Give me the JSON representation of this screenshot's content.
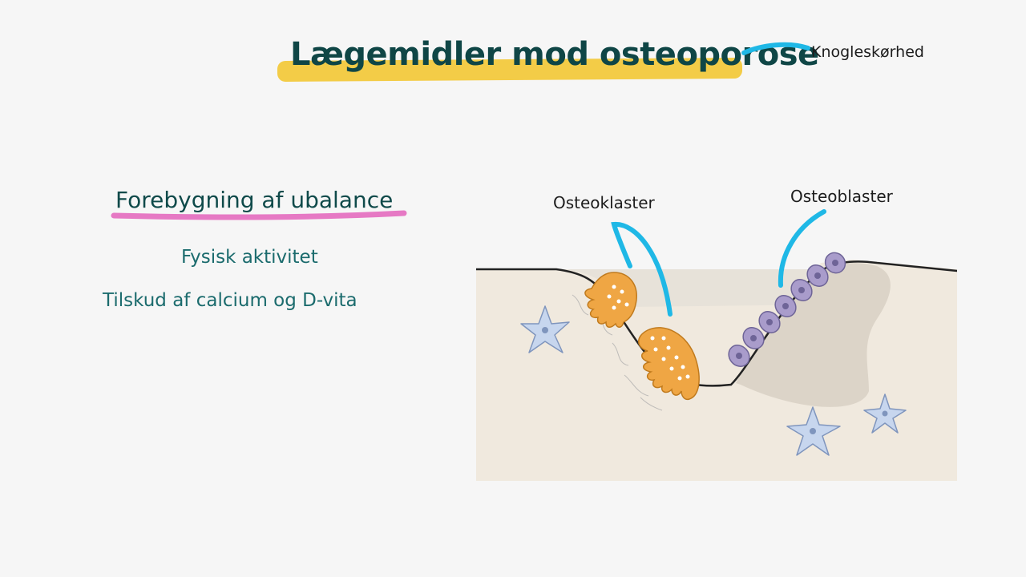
{
  "slide": {
    "title": "Lægemidler mod osteoporose",
    "title_callout": "Knogleskørhed",
    "section_heading": "Forebygning af ubalance",
    "bullets": [
      "Fysisk aktivitet",
      "Tilskud af calcium og D-vita"
    ]
  },
  "diagram": {
    "labels": {
      "osteoclasts": "Osteoklaster",
      "osteoblasts": "Osteoblaster"
    },
    "icons": [
      "osteoclast-cell-icon",
      "osteoblast-cell-icon",
      "osteocyte-cell-icon"
    ]
  },
  "colors": {
    "background": "#f6f6f6",
    "title_text": "#0f4646",
    "title_highlight": "#f3cc47",
    "callout_line": "#1fb8e6",
    "section_underline": "#e679c4",
    "bullet_text": "#1b6b6d",
    "bone": "#f0e9de",
    "bone_surface": "#e6e1d8",
    "osteoclast": "#efa644",
    "osteoblast": "#a99ccb",
    "osteocyte": "#c7d6ee"
  }
}
